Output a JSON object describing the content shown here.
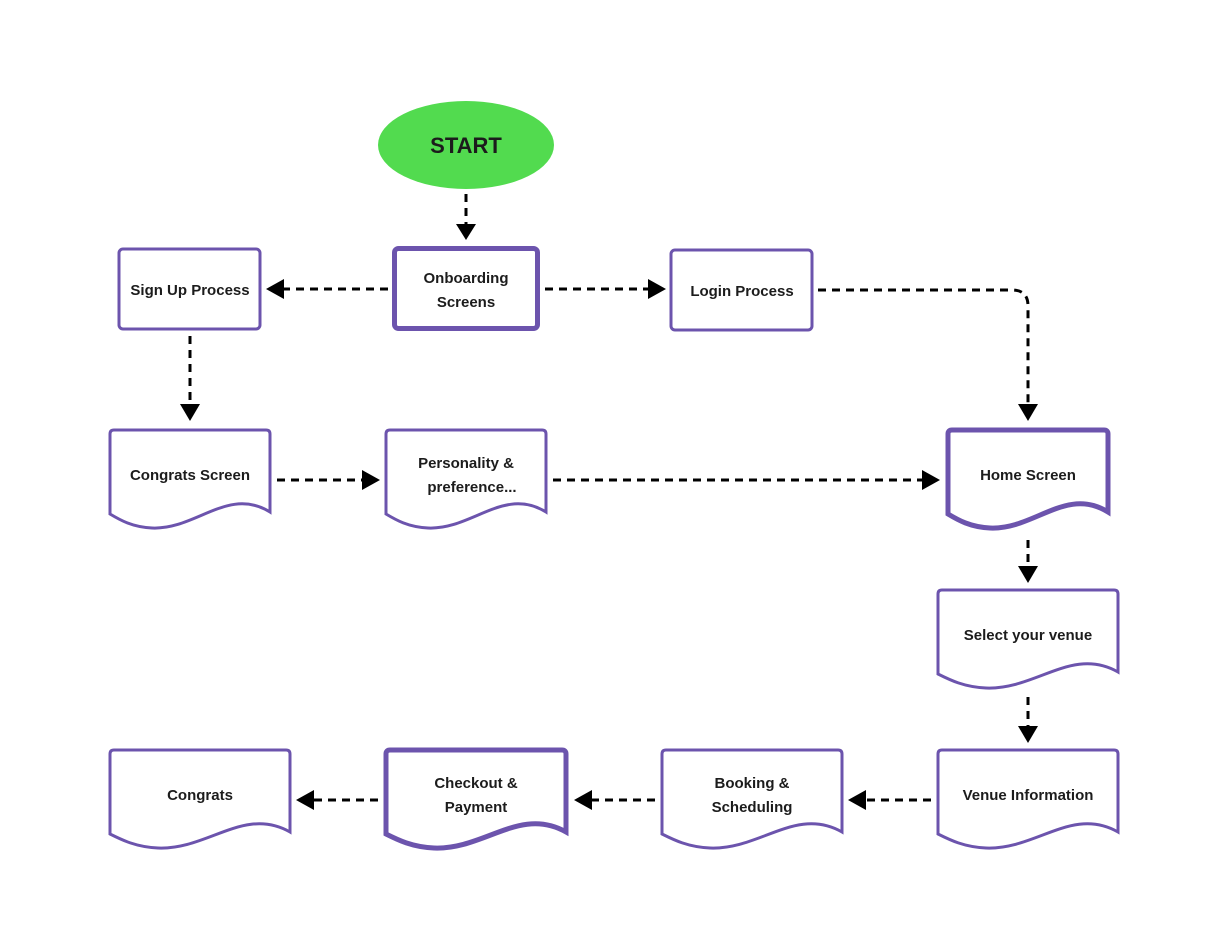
{
  "colors": {
    "node_border": "#6c54ad",
    "start_fill": "#52db4f",
    "connector": "#000000",
    "label": "#1c1c1c"
  },
  "start": {
    "label": "START"
  },
  "nodes": {
    "onboarding": {
      "line1": "Onboarding",
      "line2": "Screens"
    },
    "signup": {
      "label": "Sign Up Process"
    },
    "login": {
      "label": "Login Process"
    },
    "congrats_screen": {
      "label": "Congrats Screen"
    },
    "personality": {
      "line1": "Personality &",
      "line2": "preference..."
    },
    "home": {
      "label": "Home Screen"
    },
    "select_venue": {
      "label": "Select your venue"
    },
    "venue_info": {
      "label": "Venue Information"
    },
    "booking": {
      "line1": "Booking &",
      "line2": "Scheduling"
    },
    "checkout": {
      "line1": "Checkout &",
      "line2": "Payment"
    },
    "congrats": {
      "label": "Congrats"
    }
  }
}
